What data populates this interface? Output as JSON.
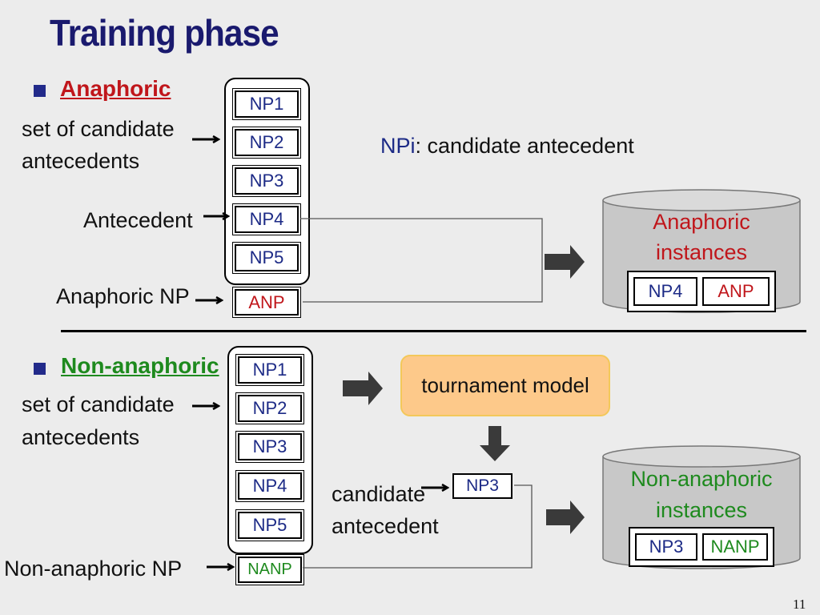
{
  "title": "Training phase",
  "anaphoric": {
    "heading": "Anaphoric",
    "set_label": [
      "set of candidate",
      "antecedents"
    ],
    "antecedent_label": "Antecedent",
    "anaphoric_np_label": "Anaphoric NP",
    "candidates": [
      "NP1",
      "NP2",
      "NP3",
      "NP4",
      "NP5"
    ],
    "anp": "ANP",
    "legend_np": "NPi",
    "legend_text": ": candidate antecedent",
    "db_label": [
      "Anaphoric",
      "instances"
    ],
    "db_cells": [
      "NP4",
      "ANP"
    ]
  },
  "non_anaphoric": {
    "heading": "Non-anaphoric",
    "set_label": [
      "set of candidate",
      "antecedents"
    ],
    "np_label": "Non-anaphoric NP",
    "candidates": [
      "NP1",
      "NP2",
      "NP3",
      "NP4",
      "NP5"
    ],
    "nanp": "NANP",
    "model": "tournament model",
    "selected": "NP3",
    "candidate_label": [
      "candidate",
      "antecedent"
    ],
    "db_label": [
      "Non-anaphoric",
      "instances"
    ],
    "db_cells": [
      "NP3",
      "NANP"
    ]
  },
  "page_number": "11",
  "colors": {
    "title": "#1a1a6e",
    "anaphoric": "#c0161b",
    "non_anaphoric": "#1e8a1e",
    "np_text": "#1c2a86",
    "model_fill": "#fdc98a",
    "db_fill": "#c8c8c8"
  }
}
